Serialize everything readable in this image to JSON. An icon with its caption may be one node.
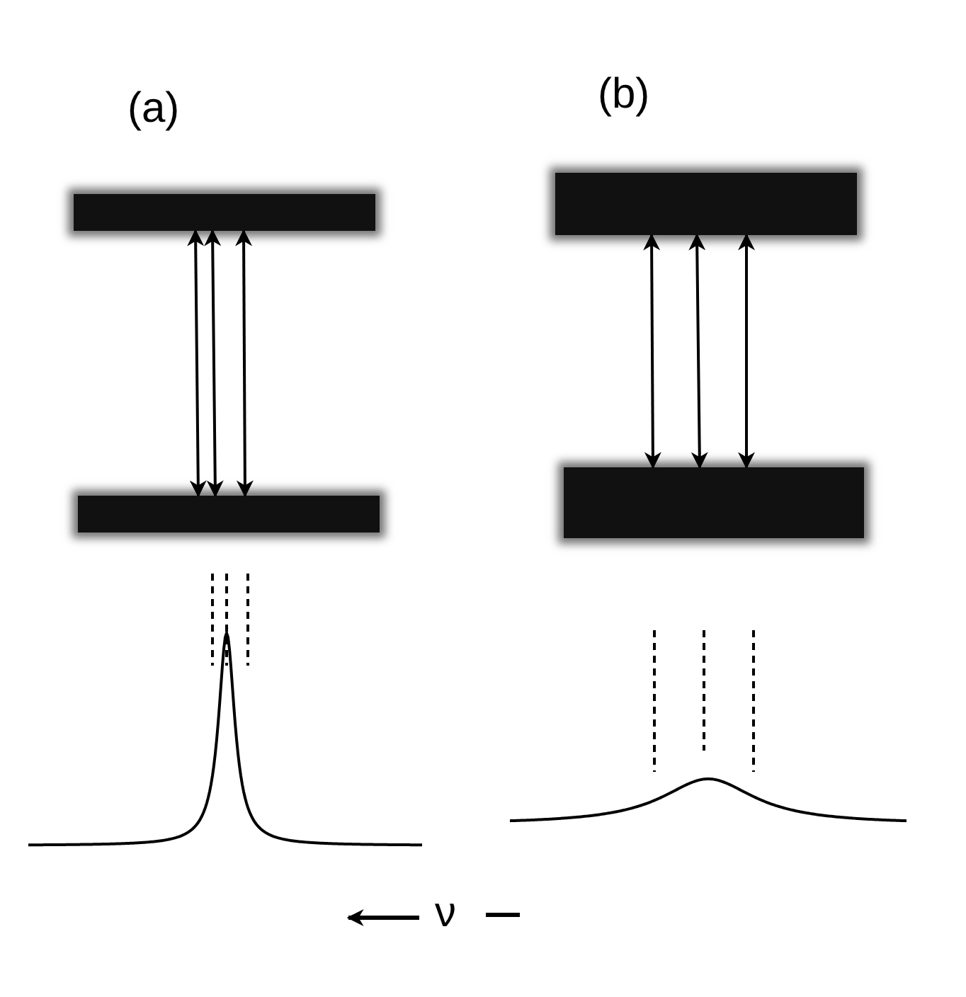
{
  "diagram": {
    "nodes": [
      {
        "text": [],
        "shape": "bar"
      },
      {
        "text": [],
        "shape": "bar"
      },
      {
        "text": [],
        "shape": "bar"
      },
      {
        "text": [],
        "shape": "bar"
      }
    ],
    "edges": [
      {
        "from": 0,
        "to": 1,
        "arrow": "both"
      },
      {
        "from": 0,
        "to": 1,
        "arrow": "both"
      },
      {
        "from": 0,
        "to": 1,
        "arrow": "both"
      },
      {
        "from": 2,
        "to": 3,
        "arrow": "both"
      },
      {
        "from": 2,
        "to": 3,
        "arrow": "both"
      },
      {
        "from": 2,
        "to": 3,
        "arrow": "both"
      }
    ],
    "labels": [
      "(a)",
      "(b)",
      "ν"
    ]
  }
}
